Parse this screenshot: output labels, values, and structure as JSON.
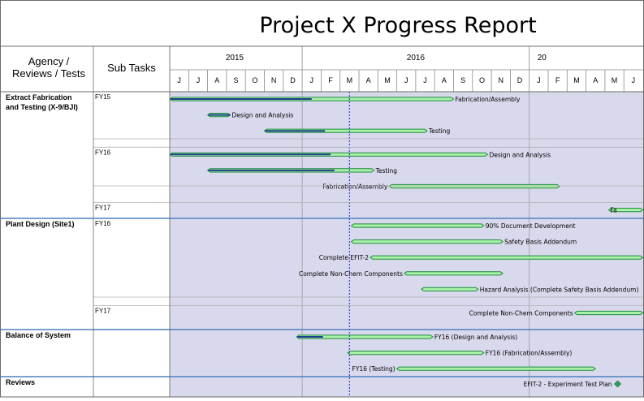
{
  "title": "Project X Progress Report",
  "header": {
    "agency_col": [
      "Agency /",
      "Reviews / Tests"
    ],
    "subtask_col": "Sub Tasks"
  },
  "colors": {
    "chart_bg": "#d9d9ee",
    "bar_fill": "#a9f0a9",
    "bar_stroke": "#1e8c3c",
    "progress": "#1f3f8f",
    "today_line": "#3b3bd6",
    "group_line": "#4f81bd",
    "grid": "#b8b8b8",
    "milestone": "#2e9e56"
  },
  "chart_data": {
    "type": "gantt",
    "title": "Project X Progress Report",
    "timeline": {
      "start": "2015-06",
      "months": [
        "J",
        "J",
        "A",
        "S",
        "O",
        "N",
        "D",
        "J",
        "F",
        "M",
        "A",
        "M",
        "J",
        "J",
        "A",
        "S",
        "O",
        "N",
        "D",
        "J",
        "F",
        "M",
        "A",
        "M",
        "J"
      ],
      "years": [
        {
          "label": "2015",
          "start_month_index": 0
        },
        {
          "label": "2016",
          "start_month_index": 7
        },
        {
          "label": "20",
          "start_month_index": 19
        }
      ]
    },
    "status_date": "2016-03-15",
    "groups": [
      {
        "name": [
          "Extract Fabrication",
          "and Testing (X-9/BJI)"
        ],
        "subgroups": [
          {
            "label": "FY15",
            "tasks": [
              {
                "label": "Fabrication/Assembly",
                "start": 0.0,
                "end": 15.0,
                "progress_end": 7.5,
                "label_side": "right"
              },
              {
                "label": "Design and Analysis",
                "start": 2.0,
                "end": 3.2,
                "progress_end": 3.2,
                "label_side": "right"
              },
              {
                "label": "Testing",
                "start": 5.0,
                "end": 13.6,
                "progress_end": 8.2,
                "label_side": "right"
              }
            ]
          },
          {
            "label": "FY16",
            "tasks": [
              {
                "label": "Design and Analysis",
                "start": 0.0,
                "end": 16.8,
                "progress_end": 8.5,
                "label_side": "right"
              },
              {
                "label": "Testing",
                "start": 2.0,
                "end": 10.8,
                "progress_end": 8.7,
                "label_side": "right"
              },
              {
                "label": "Fabrication/Assembly",
                "start": 11.6,
                "end": 20.6,
                "progress_end": null,
                "label_side": "left"
              }
            ]
          },
          {
            "label": "FY17",
            "tasks": [
              {
                "label": "Fa",
                "start": 23.2,
                "end": 25.0,
                "progress_end": null,
                "label_side": "inside",
                "cut_label": true
              }
            ]
          }
        ]
      },
      {
        "name": [
          "Plant Design (Site1)"
        ],
        "subgroups": [
          {
            "label": "FY16",
            "tasks": [
              {
                "label": "90% Document Development",
                "start": 9.6,
                "end": 16.6,
                "progress_end": null,
                "label_side": "right"
              },
              {
                "label": "Safety Basis Addendum",
                "start": 9.6,
                "end": 17.6,
                "progress_end": null,
                "label_side": "right"
              },
              {
                "label": "Complete EFIT-2",
                "start": 10.6,
                "end": 25.0,
                "progress_end": null,
                "label_side": "left"
              },
              {
                "label": "Complete Non-Chem Components",
                "start": 12.4,
                "end": 17.6,
                "progress_end": null,
                "label_side": "left"
              },
              {
                "label": "Hazard Analysis (Complete Safety Basis Addendum)",
                "start": 13.3,
                "end": 16.3,
                "progress_end": null,
                "label_side": "right"
              }
            ]
          },
          {
            "label": "FY17",
            "tasks": [
              {
                "label": "Complete Non-Chem Components",
                "start": 21.4,
                "end": 25.0,
                "progress_end": null,
                "label_side": "left"
              }
            ]
          }
        ]
      },
      {
        "name": [
          "Balance of System"
        ],
        "subgroups": [
          {
            "label": "",
            "tasks": [
              {
                "label": "FY16 (Design and Analysis)",
                "start": 6.7,
                "end": 13.9,
                "progress_end": 8.1,
                "label_side": "right"
              },
              {
                "label": "FY16 (Fabrication/Assembly)",
                "start": 9.4,
                "end": 16.6,
                "progress_end": null,
                "label_side": "right"
              },
              {
                "label": "FY16 (Testing)",
                "start": 12.0,
                "end": 22.5,
                "progress_end": null,
                "label_side": "left"
              }
            ]
          }
        ]
      },
      {
        "name": [
          "Reviews"
        ],
        "subgroups": [
          {
            "label": "",
            "tasks": [
              {
                "label": "EFIT-2 - Experiment Test Plan",
                "milestone": 23.5,
                "label_side": "left"
              }
            ]
          }
        ]
      }
    ]
  }
}
